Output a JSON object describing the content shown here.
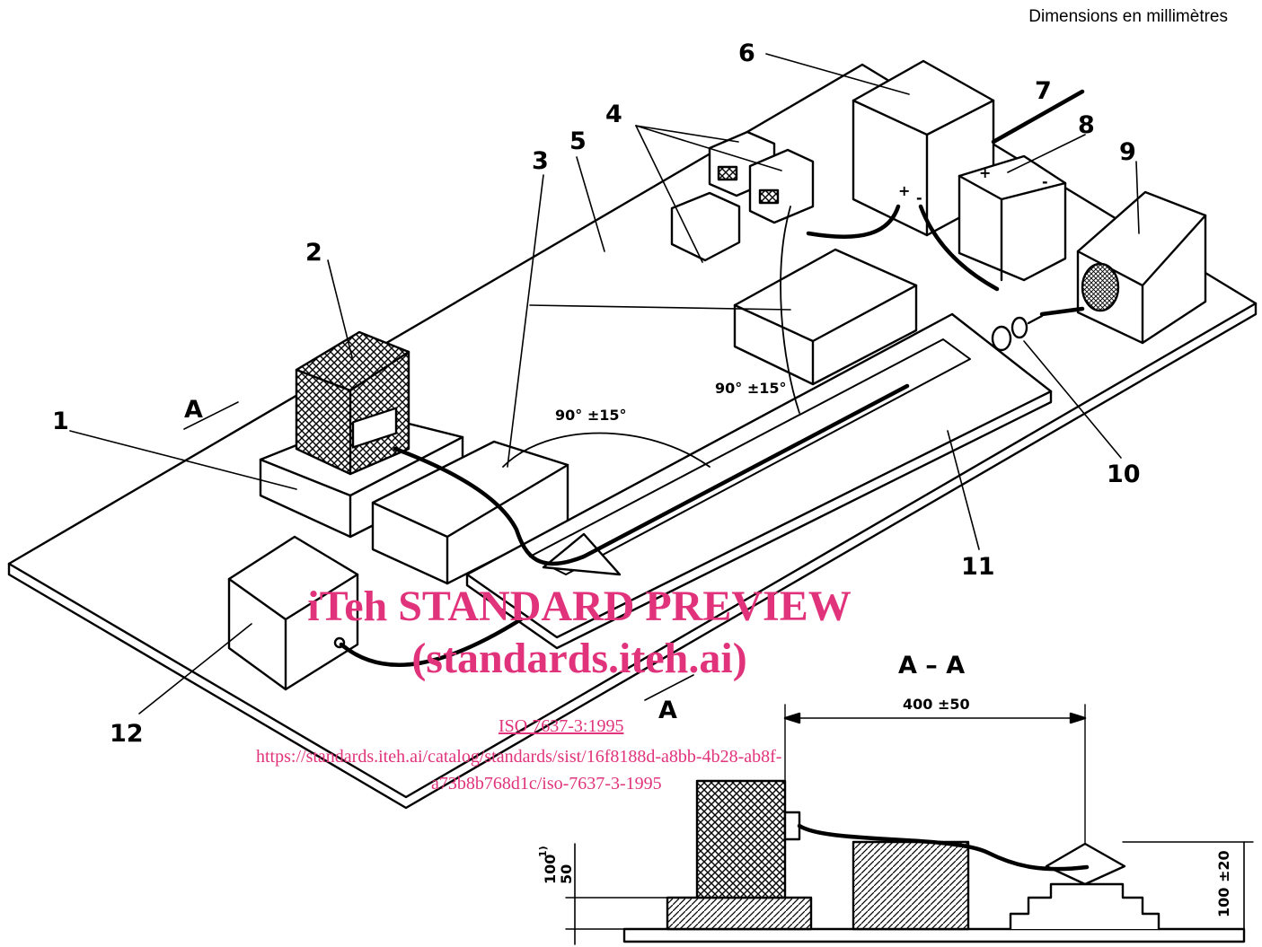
{
  "header": {
    "units_note": "Dimensions en millimètres"
  },
  "callouts": {
    "c1": "1",
    "c2": "2",
    "c3": "3",
    "c4": "4",
    "c5": "5",
    "c6": "6",
    "c7": "7",
    "c8": "8",
    "c9": "9",
    "c10": "10",
    "c11": "11",
    "c12": "12"
  },
  "annotations": {
    "angle_1": "90° ±15°",
    "angle_2": "90° ±15°",
    "section_marker_top": "A",
    "section_marker_bottom": "A",
    "section_title": "A – A",
    "dim_distance": "400 ±50",
    "dim_height_left_a": "100",
    "dim_height_left_footnote": "1)",
    "dim_height_left_b": "50",
    "dim_height_right": "100 ±20",
    "battery_plus": "+",
    "battery_minus": "-"
  },
  "watermark": {
    "line1": "iTeh STANDARD PREVIEW",
    "line2": "(standards.iteh.ai)",
    "line3": "ISO 7637-3:1995",
    "line4": "https://standards.iteh.ai/catalog/standards/sist/16f8188d-a8bb-4b28-ab8f-",
    "line5": "a73b8b768d1c/iso-7637-3-1995"
  },
  "colors": {
    "ink": "#000000",
    "watermark": "#e0337b",
    "paper": "#ffffff"
  }
}
